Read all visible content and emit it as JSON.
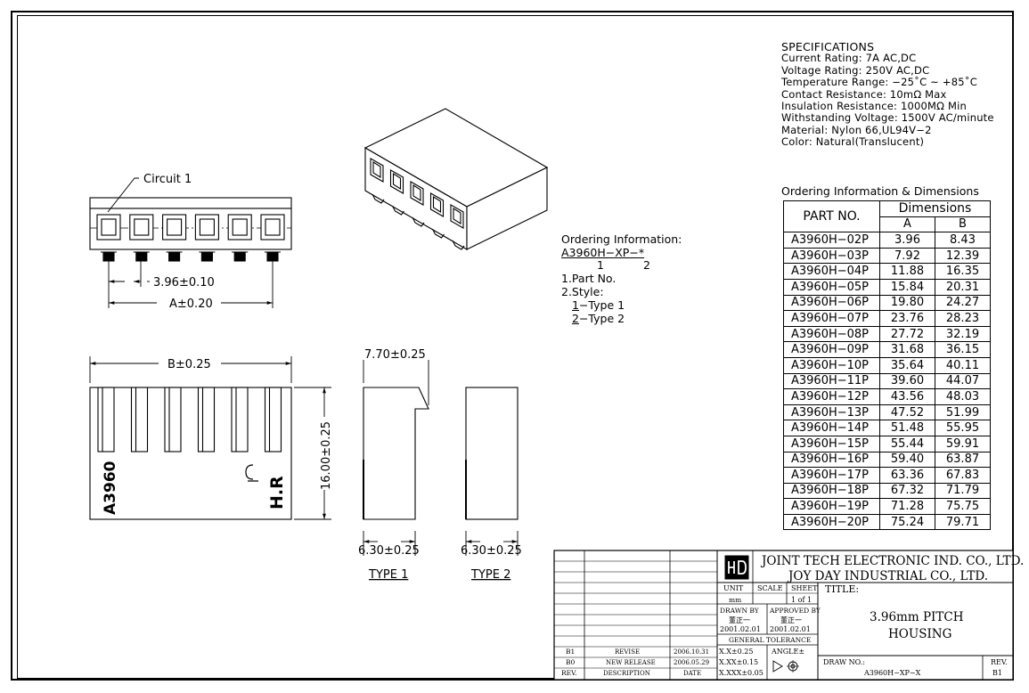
{
  "specs": {
    "title": "SPECIFICATIONS",
    "lines": [
      "Current Rating: 7A AC,DC",
      "Voltage Rating: 250V AC,DC",
      "Temperature Range: −25˚C ~ +85˚C",
      "Contact Resistance: 10mΩ Max",
      "Insulation Resistance: 1000MΩ Min",
      "Withstanding Voltage: 1500V AC/minute",
      "Material: Nylon 66,UL94V−2",
      "Color: Natural(Translucent)"
    ]
  },
  "ordering_table": {
    "title": "Ordering Information & Dimensions",
    "header_part": "PART NO.",
    "header_dims": "Dimensions",
    "header_a": "A",
    "header_b": "B",
    "rows": [
      [
        "A3960H−02P",
        "3.96",
        "8.43"
      ],
      [
        "A3960H−03P",
        "7.92",
        "12.39"
      ],
      [
        "A3960H−04P",
        "11.88",
        "16.35"
      ],
      [
        "A3960H−05P",
        "15.84",
        "20.31"
      ],
      [
        "A3960H−06P",
        "19.80",
        "24.27"
      ],
      [
        "A3960H−07P",
        "23.76",
        "28.23"
      ],
      [
        "A3960H−08P",
        "27.72",
        "32.19"
      ],
      [
        "A3960H−09P",
        "31.68",
        "36.15"
      ],
      [
        "A3960H−10P",
        "35.64",
        "40.11"
      ],
      [
        "A3960H−11P",
        "39.60",
        "44.07"
      ],
      [
        "A3960H−12P",
        "43.56",
        "48.03"
      ],
      [
        "A3960H−13P",
        "47.52",
        "51.99"
      ],
      [
        "A3960H−14P",
        "51.48",
        "55.95"
      ],
      [
        "A3960H−15P",
        "55.44",
        "59.91"
      ],
      [
        "A3960H−16P",
        "59.40",
        "63.87"
      ],
      [
        "A3960H−17P",
        "63.36",
        "67.83"
      ],
      [
        "A3960H−18P",
        "67.32",
        "71.79"
      ],
      [
        "A3960H−19P",
        "71.28",
        "75.75"
      ],
      [
        "A3960H−20P",
        "75.24",
        "79.71"
      ]
    ]
  },
  "ordering_info": {
    "title": "Ordering Information:",
    "code": "A3960H−XP−",
    "code_star": "*",
    "idx1": "1",
    "idx2": "2",
    "part_no": "1.Part No.",
    "style": "2.Style:",
    "type1_num": "1",
    "type1_label": "−Type 1",
    "type2_num": "2",
    "type2_label": "−Type 2"
  },
  "drawing": {
    "circuit_label": "Circuit 1",
    "pitch_dim": "3.96±0.10",
    "a_dim": "A±0.20",
    "b_dim": "B±0.25",
    "height_dim": "16.00±0.25",
    "depth_dim": "7.70±0.25",
    "width1_dim": "6.30±0.25",
    "width2_dim": "6.30±0.25",
    "type1_label": "TYPE 1",
    "type2_label": "TYPE 2",
    "body_marking": "A3960",
    "logo_marking": "H.R"
  },
  "title_block": {
    "company1": "JOINT TECH ELECTRONIC IND. CO., LTD.",
    "company2": "JOY DAY INDUSTRIAL CO., LTD.",
    "unit_label": "UNIT",
    "unit_value": "mm",
    "scale_label": "SCALE",
    "sheet_label": "SHEET",
    "sheet_value": "1 of 1",
    "drawn_by_label": "DRAWN BY",
    "drawn_by_name": "董正一",
    "drawn_by_date": "2001.02.01",
    "approved_by_label": "APPROVED BY",
    "approved_by_name": "董正一",
    "approved_by_date": "2001.02.01",
    "general_tolerance": "GENERAL TOLERANCE",
    "tol1": "X.X±0.25",
    "tol2": "X.XX±0.15",
    "tol3": "X.XXX±0.05",
    "angle_label": "ANGLE±",
    "title_label": "TITLE:",
    "title_line1": "3.96mm PITCH",
    "title_line2": "HOUSING",
    "draw_no_label": "DRAW NO.:",
    "draw_no_value": "A3960H−XP−X",
    "rev_label": "REV.",
    "rev_value": "B1",
    "rev_rows": [
      {
        "rev": "B1",
        "desc": "REVISE",
        "date": "2006.10.31"
      },
      {
        "rev": "B0",
        "desc": "NEW RELEASE",
        "date": "2006.05.29"
      }
    ],
    "hdr_rev": "REV.",
    "hdr_desc": "DESCRIPTION",
    "hdr_date": "DATE"
  }
}
